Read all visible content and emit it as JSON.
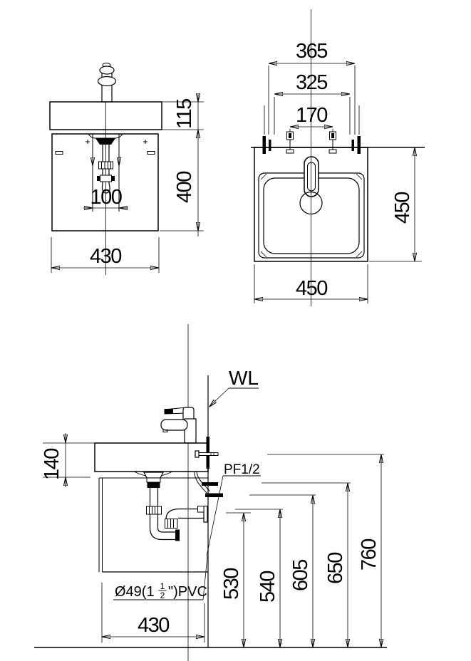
{
  "colors": {
    "line": "#000000",
    "background": "#ffffff"
  },
  "front_view": {
    "dims": {
      "supply_spacing": "100",
      "counter_height": "115",
      "cabinet_height": "400",
      "width": "430"
    }
  },
  "top_view": {
    "dims": {
      "mount_spacing": "365",
      "bolt_spacing": "325",
      "valve_spacing": "170",
      "depth": "450",
      "width": "450"
    }
  },
  "side_view": {
    "labels": {
      "wall_line": "WL",
      "supply": "PF1/2",
      "drain_prefix": "Ø49(1",
      "drain_frac_num": "1",
      "drain_frac_den": "2",
      "drain_suffix": "\")PVC"
    },
    "dims": {
      "counter_thickness": "140",
      "depth": "430",
      "h_drain": "530",
      "h_drain_top": "540",
      "h_supply_low": "605",
      "h_supply_high": "650",
      "h_bolt": "760"
    }
  }
}
